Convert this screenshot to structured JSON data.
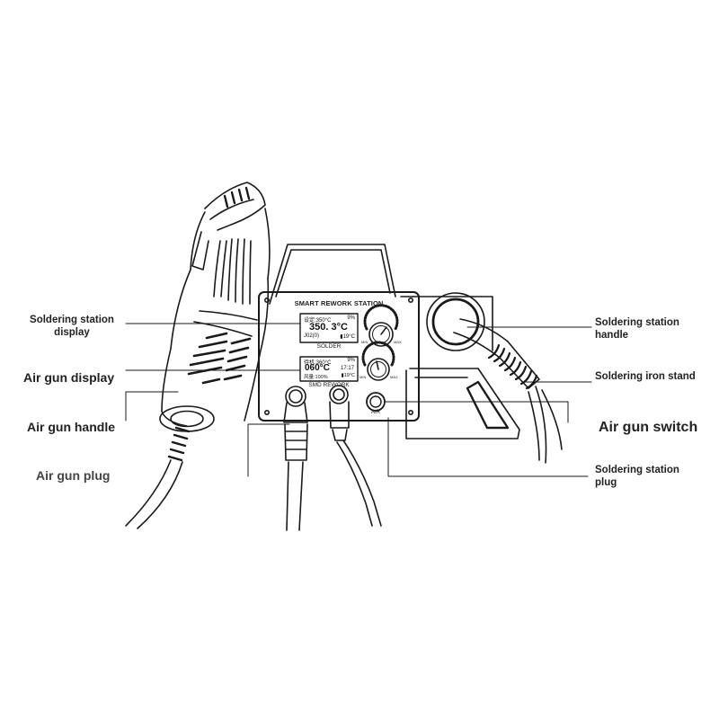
{
  "labels": {
    "soldering_station_display": "Soldering station display",
    "air_gun_display": "Air gun display",
    "air_gun_handle": "Air gun handle",
    "air_gun_plug": "Air gun plug",
    "soldering_station_handle": "Soldering station handle",
    "soldering_iron_stand": "Soldering iron stand",
    "air_gun_switch": "Air gun switch",
    "soldering_station_plug": "Soldering station plug"
  },
  "panel": {
    "title": "SMART REWORK STATION",
    "solder_label": "SOLDER",
    "smd_label": "SMD REWORK",
    "air_label": "AIR",
    "knob_min": "MIN",
    "knob_max": "MAX"
  },
  "solder_screen": {
    "set_line": "设定:350°C",
    "set_pct": "9%",
    "temp": "350. 3°C",
    "tip": "J02(0)",
    "ambient": "▮19°C"
  },
  "smd_screen": {
    "set_line": "待机:360°C",
    "set_pct": "9%",
    "temp": "060°C",
    "time": "17:17",
    "airflow": "风量:100%",
    "ambient": "▮19°C"
  },
  "colors": {
    "line": "#1a1a1a",
    "text": "#222222",
    "background": "#ffffff"
  }
}
